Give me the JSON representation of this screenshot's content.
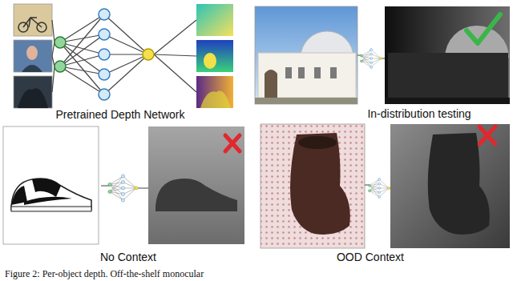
{
  "diagram": {
    "caption": "Figure 2: Per-object depth. Off-the-shelf monocular",
    "labels": [
      "Pretrained Depth Network",
      "In-distribution testing",
      "No Context",
      "OOD Context"
    ]
  }
}
